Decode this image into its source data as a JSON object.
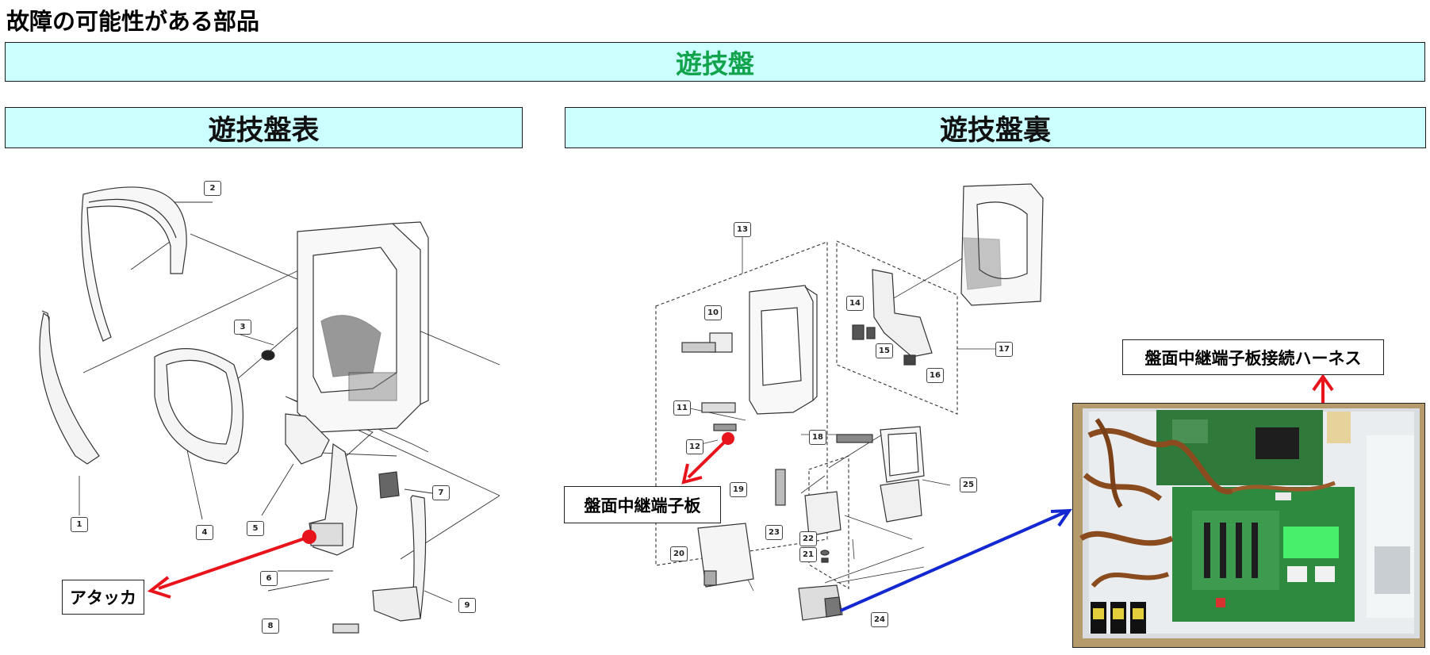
{
  "page_title": "故障の可能性がある部品",
  "banner_main": "遊技盤",
  "banner_front": "遊技盤表",
  "banner_back": "遊技盤裏",
  "labels": {
    "attacker": "アタッカ",
    "relay_board": "盤面中継端子板",
    "relay_harness": "盤面中継端子板接続ハーネス"
  },
  "callouts": [
    "1",
    "2",
    "3",
    "4",
    "5",
    "6",
    "7",
    "8",
    "9",
    "10",
    "11",
    "12",
    "13",
    "14",
    "15",
    "16",
    "17",
    "18",
    "19",
    "20",
    "21",
    "22",
    "23",
    "24",
    "25"
  ],
  "colors": {
    "banner_bg": "#ccffff",
    "banner_main_text": "#11a44c",
    "arrow_red": "#e8141c",
    "arrow_blue": "#1428d2"
  }
}
